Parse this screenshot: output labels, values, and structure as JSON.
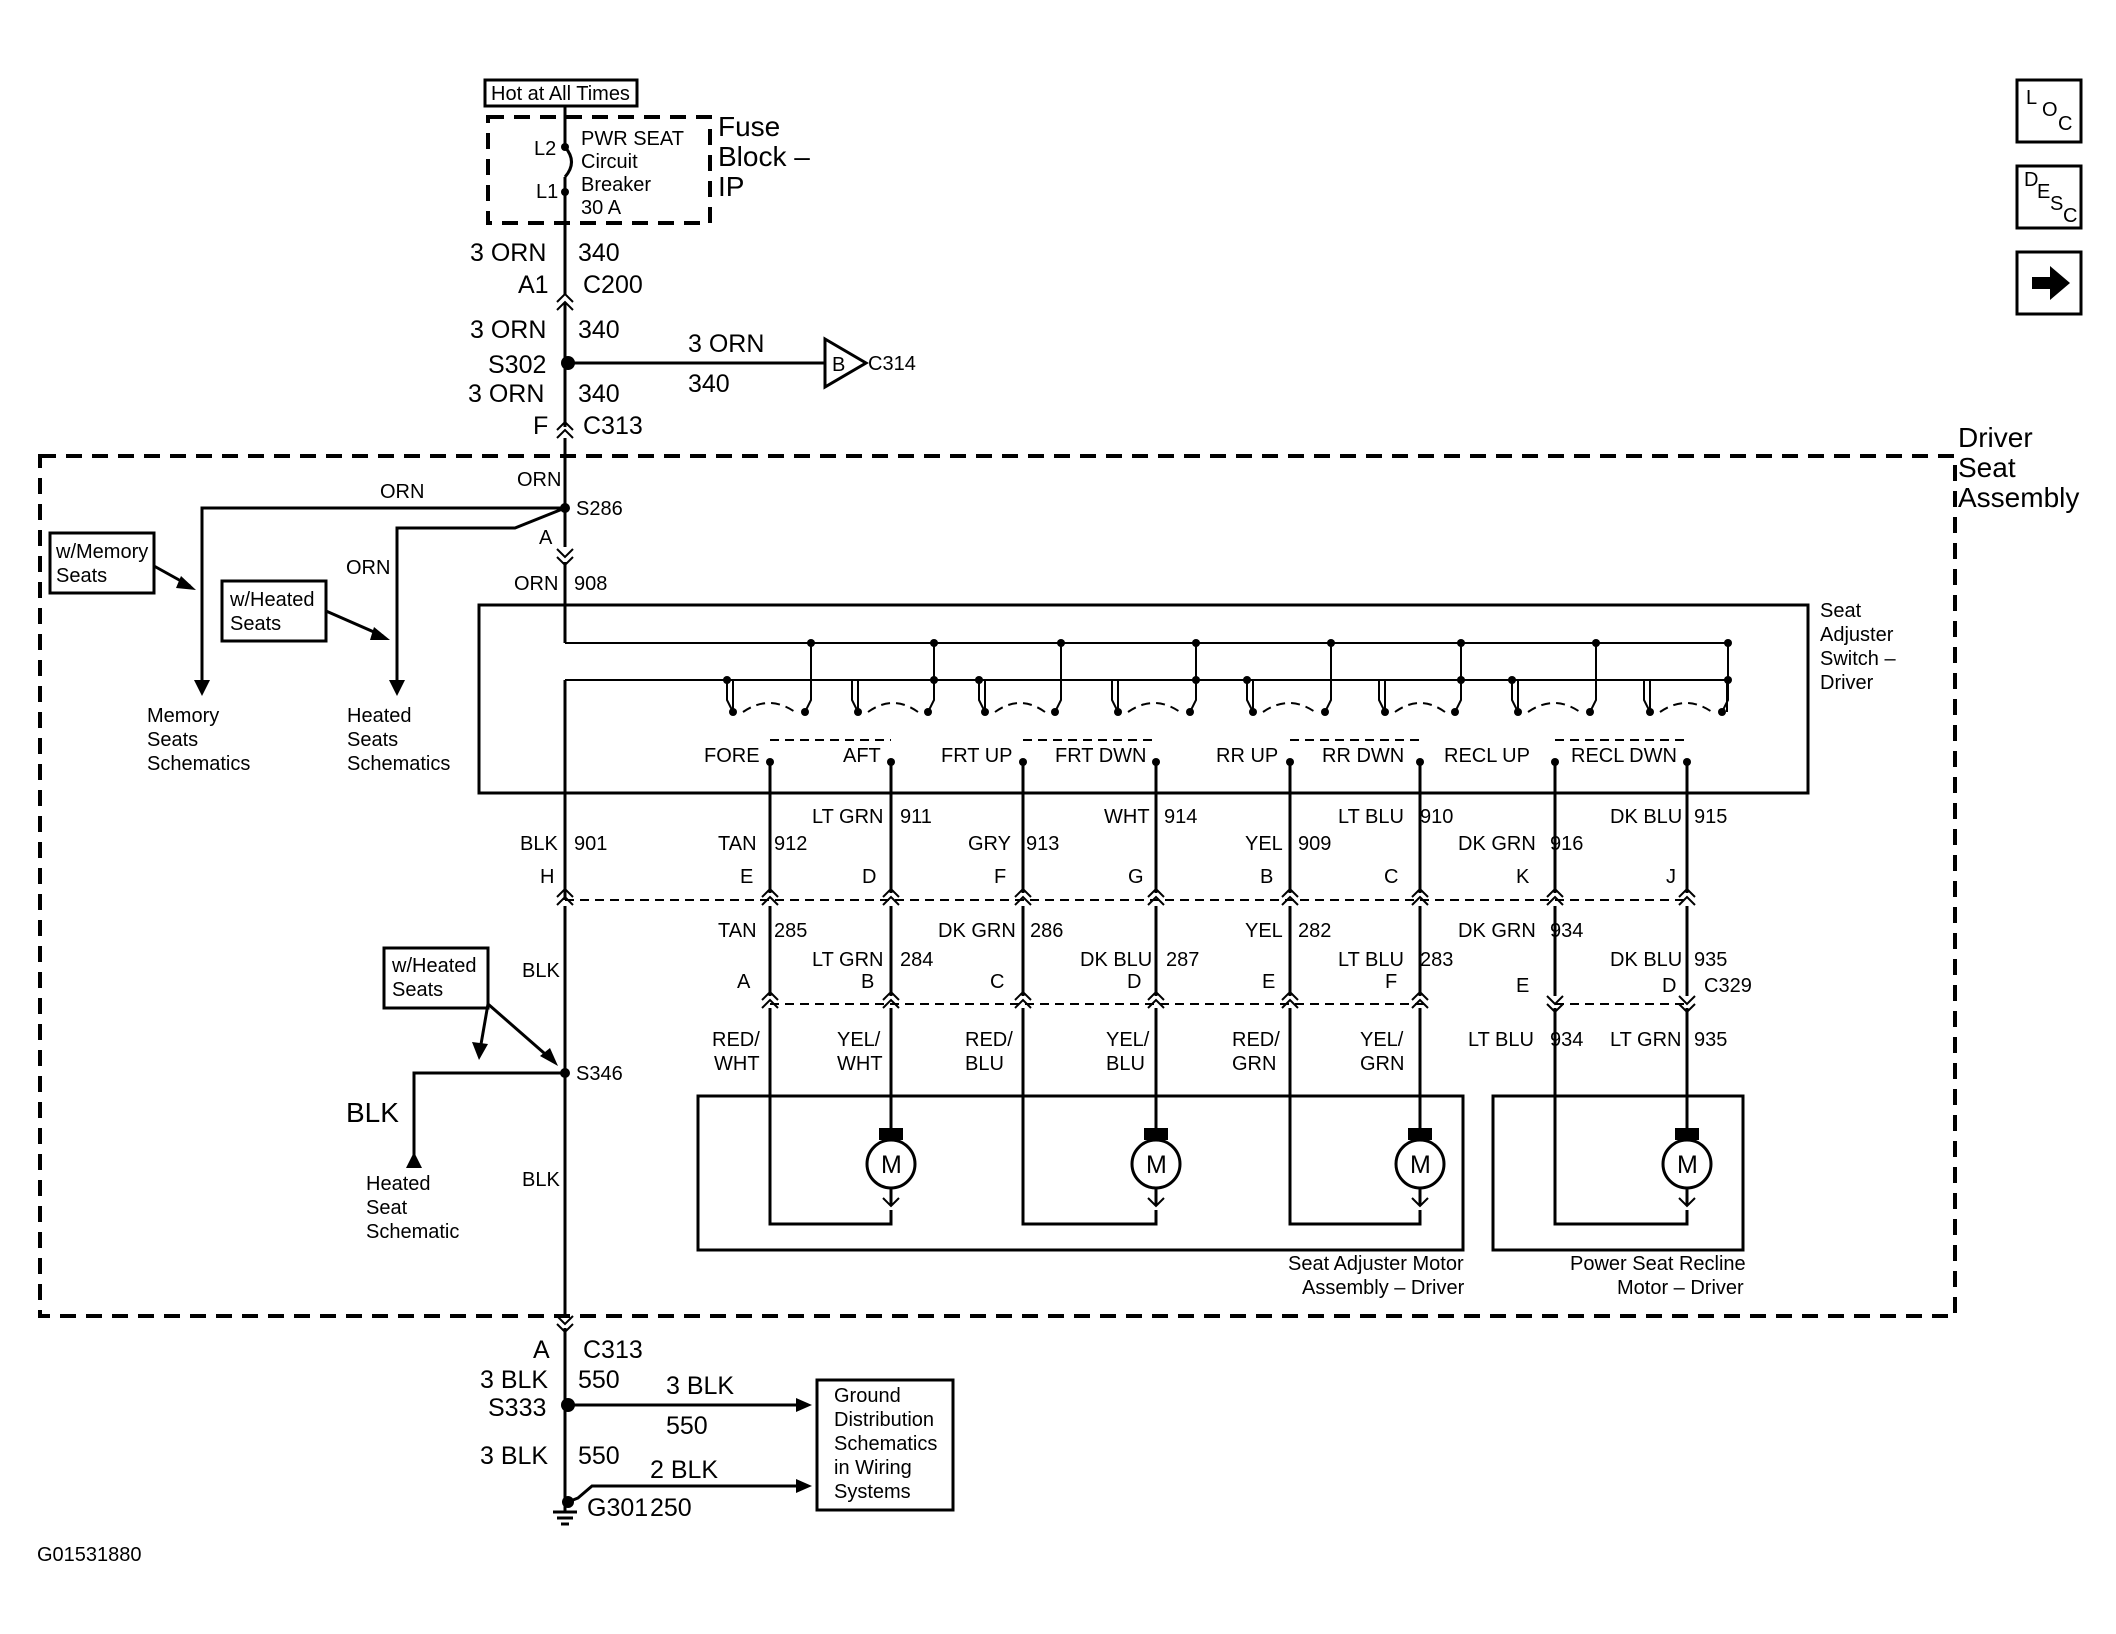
{
  "diagram": {
    "hot_label": "Hot at All Times",
    "fuse_block": {
      "line1": "Fuse",
      "line2": "Block –",
      "line3": "IP",
      "breaker_l1": "PWR SEAT",
      "breaker_l2": "Circuit",
      "breaker_l3": "Breaker",
      "breaker_l4": "30 A",
      "pin_top": "L2",
      "pin_bottom": "L1"
    },
    "feed": {
      "wire_top": "3 ORN",
      "circuit_top": "340",
      "pin_a1": "A1",
      "conn_c200": "C200",
      "wire_mid": "3 ORN",
      "circuit_mid": "340",
      "splice_s302": "S302",
      "branch_wire": "3 ORN",
      "branch_circuit": "340",
      "branch_pin": "B",
      "branch_conn": "C314",
      "wire_low": "3 ORN",
      "circuit_low": "340",
      "pin_f": "F",
      "conn_c313": "C313"
    },
    "assembly": {
      "line1": "Driver",
      "line2": "Seat",
      "line3": "Assembly"
    },
    "top_orn": "ORN",
    "left_orn": "ORN",
    "mid_orn": "ORN",
    "splice_s286": "S286",
    "pin_a": "A",
    "orn_908": "ORN",
    "circuit_908": "908",
    "memory_note": {
      "line1": "w/Memory",
      "line2": "Seats"
    },
    "heated_note": {
      "line1": "w/Heated",
      "line2": "Seats"
    },
    "memory_dest": {
      "line1": "Memory",
      "line2": "Seats",
      "line3": "Schematics"
    },
    "heated_dest": {
      "line1": "Heated",
      "line2": "Seats",
      "line3": "Schematics"
    },
    "switch_name": {
      "line1": "Seat",
      "line2": "Adjuster",
      "line3": "Switch –",
      "line4": "Driver"
    },
    "switch_labels": [
      "FORE",
      "AFT",
      "FRT UP",
      "FRT DWN",
      "RR UP",
      "RR DWN",
      "RECL UP",
      "RECL DWN"
    ],
    "upper_wires": [
      {
        "color": "TAN",
        "circuit": "912",
        "pin": "E"
      },
      {
        "color": "LT GRN",
        "circuit": "911",
        "pin": "D"
      },
      {
        "color": "GRY",
        "circuit": "913",
        "pin": "F"
      },
      {
        "color": "WHT",
        "circuit": "914",
        "pin": "G"
      },
      {
        "color": "YEL",
        "circuit": "909",
        "pin": "B"
      },
      {
        "color": "LT BLU",
        "circuit": "910",
        "pin": "C"
      },
      {
        "color": "DK GRN",
        "circuit": "916",
        "pin": "K"
      },
      {
        "color": "DK BLU",
        "circuit": "915",
        "pin": "J"
      }
    ],
    "blk_901": {
      "color": "BLK",
      "circuit": "901",
      "pin": "H"
    },
    "lower_wires": [
      {
        "color": "TAN",
        "circuit": "285",
        "pin": "A"
      },
      {
        "color": "LT GRN",
        "circuit": "284",
        "pin": "B"
      },
      {
        "color": "DK GRN",
        "circuit": "286",
        "pin": "C"
      },
      {
        "color": "DK BLU",
        "circuit": "287",
        "pin": "D"
      },
      {
        "color": "YEL",
        "circuit": "282",
        "pin": "E"
      },
      {
        "color": "LT BLU",
        "circuit": "283",
        "pin": "F"
      },
      {
        "color": "DK GRN",
        "circuit": "934",
        "pin": "E"
      },
      {
        "color": "DK BLU",
        "circuit": "935",
        "pin": "D"
      }
    ],
    "conn_c329": "C329",
    "motor_wires": [
      {
        "line1": "RED/",
        "line2": "WHT"
      },
      {
        "line1": "YEL/",
        "line2": "WHT"
      },
      {
        "line1": "RED/",
        "line2": "BLU"
      },
      {
        "line1": "YEL/",
        "line2": "BLU"
      },
      {
        "line1": "RED/",
        "line2": "GRN"
      },
      {
        "line1": "YEL/",
        "line2": "GRN"
      }
    ],
    "recline_wires": [
      {
        "color": "LT BLU",
        "circuit": "934"
      },
      {
        "color": "LT GRN",
        "circuit": "935"
      }
    ],
    "motor_symbol": "M",
    "seat_motor_name": {
      "line1": "Seat Adjuster Motor",
      "line2": "Assembly – Driver"
    },
    "recline_motor_name": {
      "line1": "Power Seat Recline",
      "line2": "Motor – Driver"
    },
    "blk_upper": "BLK",
    "blk_lower": "BLK",
    "splice_s346": "S346",
    "blk_big": "BLK",
    "heated_note2": {
      "line1": "w/Heated",
      "line2": "Seats"
    },
    "heated_dest2": {
      "line1": "Heated",
      "line2": "Seat",
      "line3": "Schematic"
    },
    "ground": {
      "pin_a": "A",
      "conn_c313": "C313",
      "wire1": "3 BLK",
      "circuit1": "550",
      "splice_s333": "S333",
      "branch_wire1": "3 BLK",
      "branch_circuit1": "550",
      "wire2": "3 BLK",
      "circuit2": "550",
      "branch_wire2": "2 BLK",
      "branch_circuit2": "250",
      "ground_g301": "G301",
      "dest_l1": "Ground",
      "dest_l2": "Distribution",
      "dest_l3": "Schematics",
      "dest_l4": "in Wiring",
      "dest_l5": "Systems"
    },
    "figure_id": "G01531880"
  },
  "nav": {
    "loc": {
      "a": "L",
      "b": "O",
      "c": "C"
    },
    "desc": {
      "a": "D",
      "b": "E",
      "c": "S",
      "d": "C"
    },
    "next_icon": "arrow-right-icon"
  }
}
